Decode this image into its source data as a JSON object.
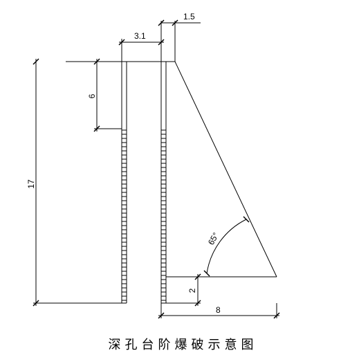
{
  "title": "深孔台阶爆破示意图",
  "dimensions": {
    "top_width": "1.5",
    "hole_spacing": "3.1",
    "charge_depth": "6",
    "bench_height": "17",
    "angle": "65°",
    "subdrill": "2",
    "toe_width": "8"
  },
  "colors": {
    "line": "#000000",
    "background": "#ffffff"
  }
}
